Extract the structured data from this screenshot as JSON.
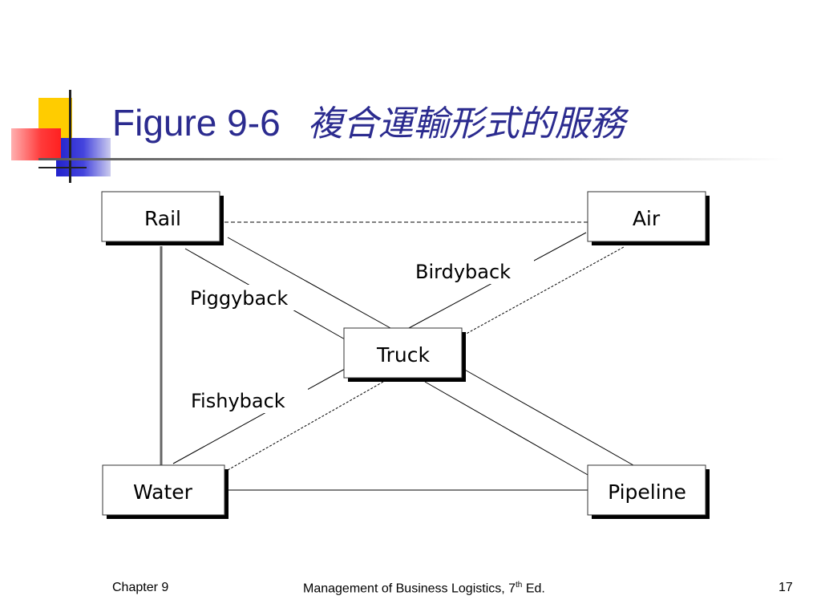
{
  "title": {
    "main": "Figure 9-6",
    "sub": "複合運輸形式的服務"
  },
  "diagram": {
    "nodes": {
      "rail": "Rail",
      "air": "Air",
      "truck": "Truck",
      "water": "Water",
      "pipeline": "Pipeline"
    },
    "labels": {
      "piggyback": "Piggyback",
      "birdyback": "Birdyback",
      "fishyback": "Fishyback"
    }
  },
  "footer": {
    "chapter": "Chapter 9",
    "book_title": "Management of Business Logistics, 7",
    "book_sup": "th",
    "book_suffix": " Ed.",
    "page": "17"
  },
  "colors": {
    "title": "#2b2b8f",
    "deco_yellow": "#ffcc00",
    "deco_blue": "#3333cc",
    "deco_red": "#ff3333"
  }
}
